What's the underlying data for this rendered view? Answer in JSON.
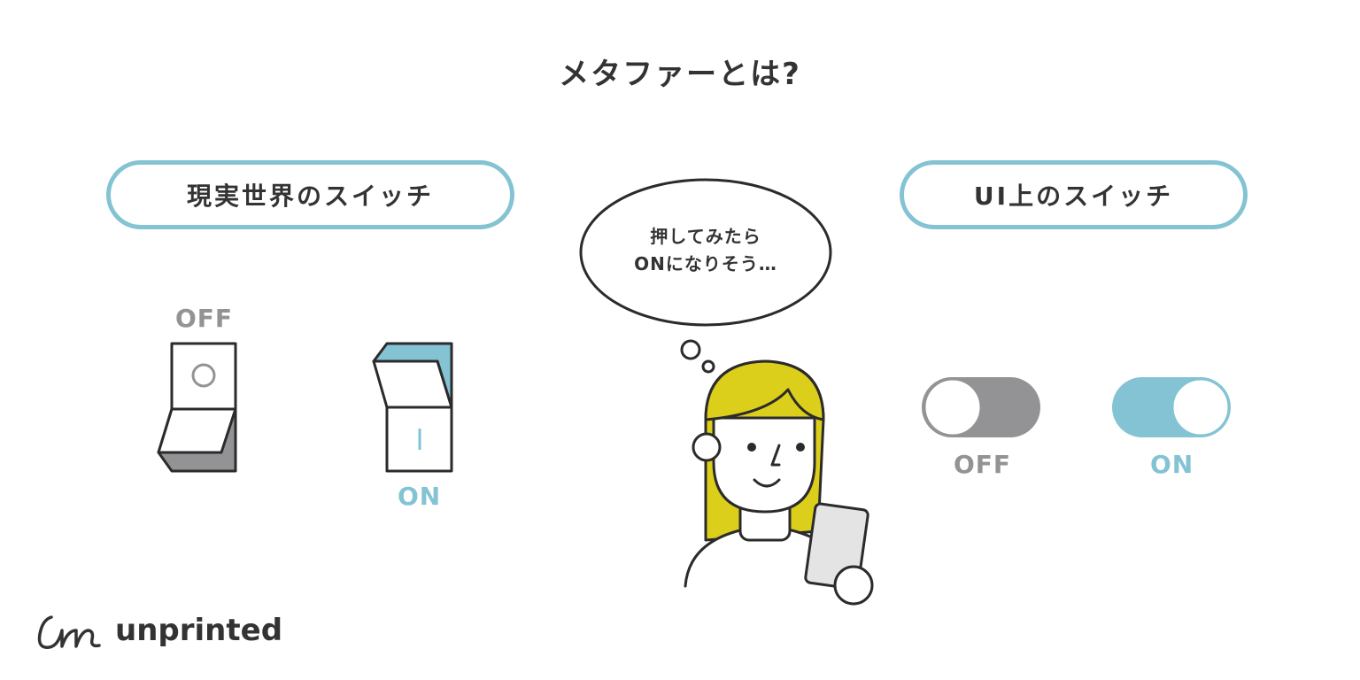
{
  "title": "メタファーとは?",
  "real_world": {
    "heading": "現実世界のスイッチ",
    "off_label": "OFF",
    "on_label": "ON"
  },
  "ui": {
    "heading": "UI上のスイッチ",
    "off_label": "OFF",
    "on_label": "ON"
  },
  "thought_bubble": {
    "line1": "押してみたら",
    "line2": "ONになりそう…"
  },
  "brand": {
    "name": "unprinted",
    "icon": "unprinted-logo-mark"
  },
  "colors": {
    "accent_blue": "#84c3d3",
    "gray": "#939295",
    "hair_yellow": "#dccf1c",
    "outline": "#2b2b2b"
  }
}
